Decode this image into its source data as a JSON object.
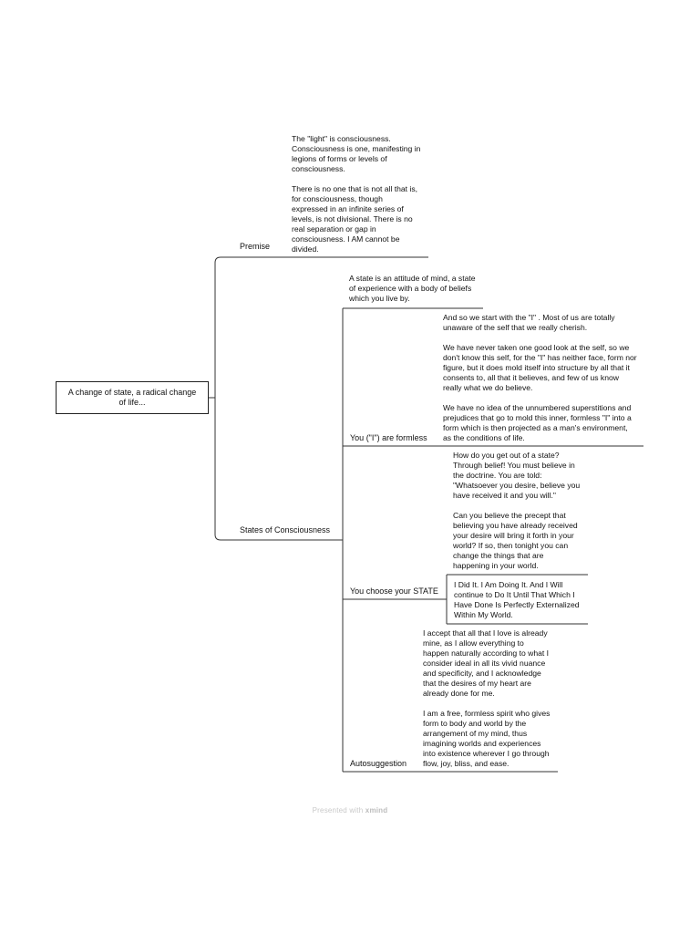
{
  "root": {
    "label": "A change of state, a radical change of life..."
  },
  "premise": {
    "label": "Premise",
    "note": [
      "The \"light\" is consciousness.\nConsciousness is one, manifesting in\nlegions of forms or levels of\nconsciousness.",
      "There is no one that is not all that is,\nfor consciousness, though\nexpressed in an infinite series of\nlevels, is not divisional. There is no\nreal separation or gap in\nconsciousness. I AM cannot be\ndivided."
    ]
  },
  "states": {
    "label": "States of Consciousness",
    "intro": "A state is an attitude of mind, a state\nof experience with a body of beliefs\nwhich you live by.",
    "formless": {
      "label": "You (\"I\") are formless",
      "note": [
        "And so we start with the \"I\" . Most of us are totally\nunaware of the self that we really cherish.",
        "We have never taken one good look at the self, so we\ndon't know this self, for the \"I\" has neither face, form nor\nfigure, but it does mold itself into structure by all that it\nconsents to, all that it believes, and few of us know\nreally what we do believe.",
        "We have no idea of the unnumbered superstitions and\nprejudices that go to mold this inner, formless \"I\" into a\nform which is then projected as a man's environment,\nas the conditions of life."
      ]
    },
    "choose": {
      "label": "You choose your STATE",
      "note": [
        "How do you get out of a state?\nThrough belief! You must believe in\nthe doctrine. You are told:\n\"Whatsoever you desire, believe you\nhave received it and you will.\"",
        "Can you believe the precept that\nbelieving you have already received\nyour desire will bring it forth in your\nworld? If so, then tonight you can\nchange the things that are\nhappening in your world."
      ],
      "affirmation": "I Did It. I Am Doing It. And I Will\ncontinue to Do It Until That Which I\nHave Done Is Perfectly Externalized\nWithin My World."
    },
    "autosuggestion": {
      "label": "Autosuggestion",
      "note": [
        "I accept that all that I love is already\nmine, as I allow everything to\nhappen naturally according to what I\nconsider ideal in all its vivid nuance\nand specificity, and I acknowledge\nthat the desires of my heart are\nalready done for me.",
        "I am a free, formless spirit who gives\nform to body and world by the\narrangement of my mind, thus\nimagining worlds and experiences\ninto existence wherever I go through\nflow, joy, bliss, and ease."
      ]
    }
  },
  "footer": {
    "prefix": "Presented with",
    "brand": "xmind"
  }
}
